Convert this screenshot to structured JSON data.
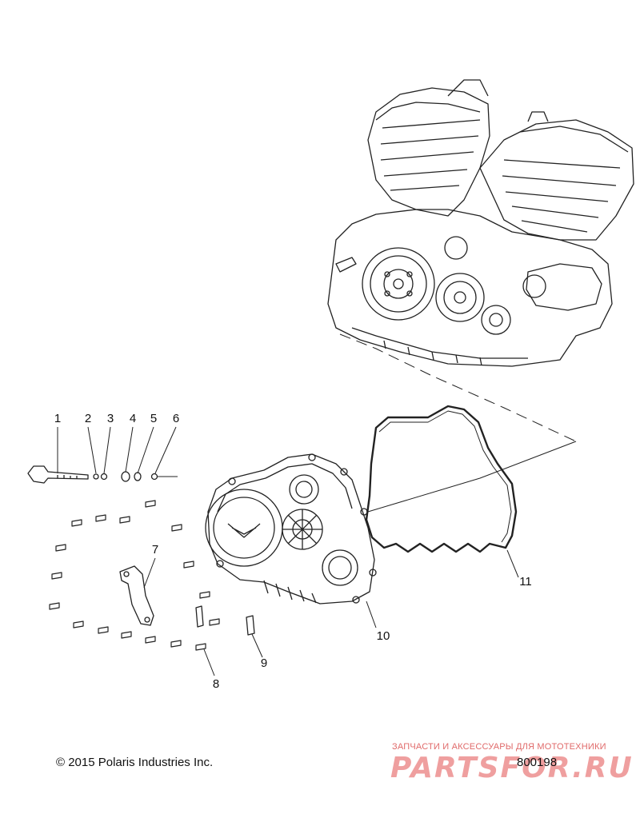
{
  "callouts": {
    "c1": "1",
    "c2": "2",
    "c3": "3",
    "c4": "4",
    "c5": "5",
    "c6": "6",
    "c7": "7",
    "c8": "8",
    "c9": "9",
    "c10": "10",
    "c11": "11"
  },
  "footer": {
    "copyright": "© 2015 Polaris Industries Inc.",
    "doc_number": "800198"
  },
  "watermark": {
    "tagline": "ЗАПЧАСТИ И АКСЕССУАРЫ ДЛЯ МОТОТЕХНИКИ",
    "logo": "PARTSFOR.RU"
  },
  "colors": {
    "line": "#222222",
    "watermark": "#e05050"
  }
}
